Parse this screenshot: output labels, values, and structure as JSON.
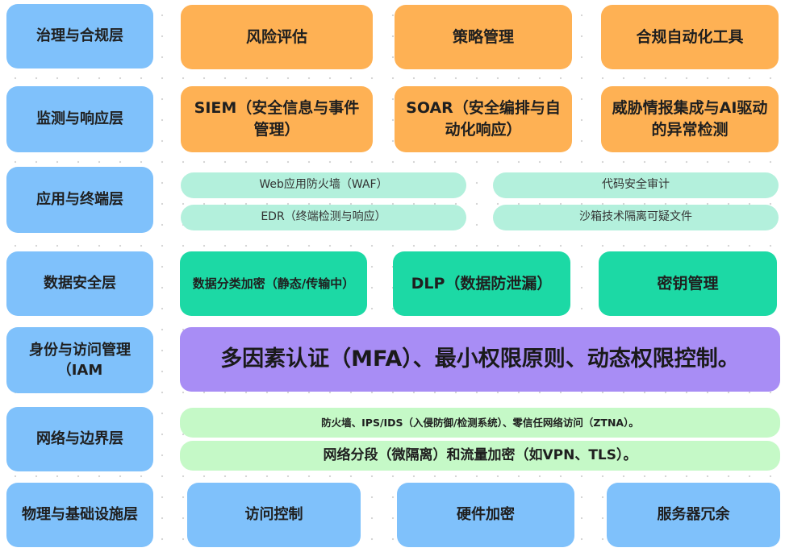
{
  "layers": {
    "governance": "治理与合规层",
    "monitoring": "监测与响应层",
    "application": "应用与终端层",
    "data": "数据安全层",
    "identity": "身份与访问管理（IAM",
    "network": "网络与边界层",
    "physical": "物理与基础设施层"
  },
  "governance": {
    "risk": "风险评估",
    "policy": "策略管理",
    "compliance": "合规自动化工具"
  },
  "monitoring": {
    "siem": "SIEM（安全信息与事件管理）",
    "soar": "SOAR（安全编排与自动化响应）",
    "threat": "威胁情报集成与AI驱动的异常检测"
  },
  "application": {
    "waf": "Web应用防火墙（WAF）",
    "code_audit": "代码安全审计",
    "edr": "EDR（终端检测与响应）",
    "sandbox": "沙箱技术隔离可疑文件"
  },
  "data_security": {
    "encryption": "数据分类加密（静态/传输中）",
    "dlp": "DLP（数据防泄漏）",
    "key_mgmt": "密钥管理"
  },
  "identity": {
    "summary": "多因素认证（MFA）、最小权限原则、动态权限控制。"
  },
  "network": {
    "firewall": "防火墙、IPS/IDS（入侵防御/检测系统）、零信任网络访问（ZTNA）。",
    "segmentation": "网络分段（微隔离）和流量加密（如VPN、TLS）。"
  },
  "physical": {
    "access": "访问控制",
    "hw_encryption": "硬件加密",
    "redundancy": "服务器冗余"
  }
}
